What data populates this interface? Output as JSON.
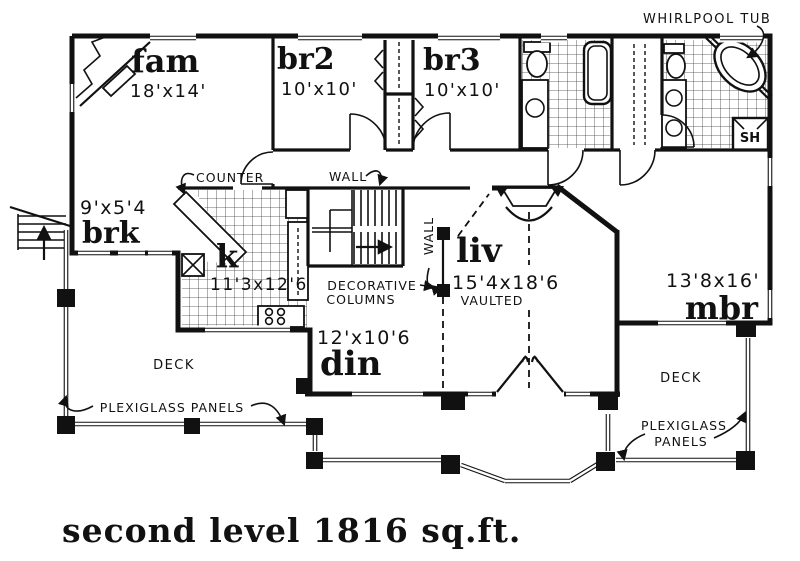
{
  "colors": {
    "ink": "#111111",
    "paper": "#ffffff"
  },
  "caption": "second level  1816 sq.ft.",
  "rooms": {
    "fam": {
      "name": "fam",
      "dims": "18'x14'"
    },
    "br2": {
      "name": "br2",
      "dims": "10'x10'"
    },
    "br3": {
      "name": "br3",
      "dims": "10'x10'"
    },
    "brk": {
      "name": "brk",
      "dims": "9'x5'4"
    },
    "kitchen": {
      "name": "k",
      "dims": "11'3x12'6"
    },
    "dining": {
      "name": "din",
      "dims": "12'x10'6"
    },
    "living": {
      "name": "liv",
      "dims": "15'4x18'6",
      "note": "VAULTED"
    },
    "master": {
      "name": "mbr",
      "dims": "13'8x16'"
    }
  },
  "annotations": {
    "whirlpool_tub": "WHIRLPOOL TUB",
    "counter": "COUNTER",
    "wall_top": "WALL",
    "wall_side": "WALL",
    "decorative_line1": "DECORATIVE",
    "decorative_line2": "COLUMNS",
    "deck_left": "DECK",
    "deck_right": "DECK",
    "plexiglass_left": "PLEXIGLASS PANELS",
    "plexiglass_right_line1": "PLEXIGLASS",
    "plexiglass_right_line2": "PANELS",
    "shower": "SH"
  }
}
